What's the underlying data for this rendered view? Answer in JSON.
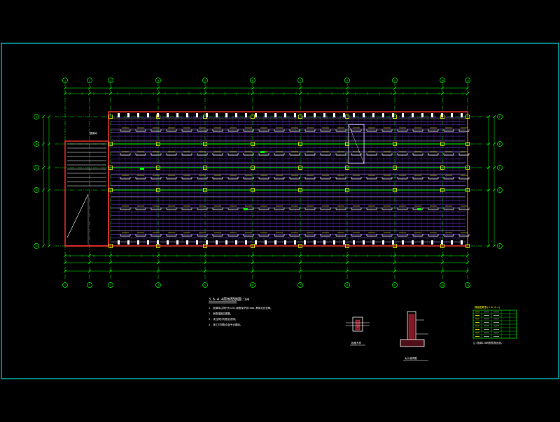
{
  "drawing": {
    "title": "3.6-4.4层板配筋图",
    "scale": "1:100",
    "notes": [
      "1. 板厚除注明外为120,钢筋保护层15mm,具体见总说明。",
      "2. 板筋锚固见图集。",
      "3. 未注明分布筋见说明。",
      "4. 施工时须配合各专业图纸。"
    ],
    "detail_1": "板缝大样",
    "detail_2": "女儿墙详图",
    "table_title": "楼板配筋表(3.6~4.4)",
    "table_footnote": "注:板厚120时配筋按此表。",
    "stair_label": "楼梯间"
  },
  "grid": {
    "columns": [
      "1",
      "2",
      "3",
      "4",
      "5",
      "6",
      "7",
      "8",
      "9",
      "10",
      "11"
    ],
    "rows": [
      "A",
      "B",
      "C",
      "D",
      "E"
    ]
  },
  "colors": {
    "background": "#000000",
    "frame": "#00ffff",
    "grid": "#00ff00",
    "beam": "#ff3030",
    "slab": "#8040ff",
    "rebar": "#ffffff",
    "accent": "#ffff00"
  }
}
